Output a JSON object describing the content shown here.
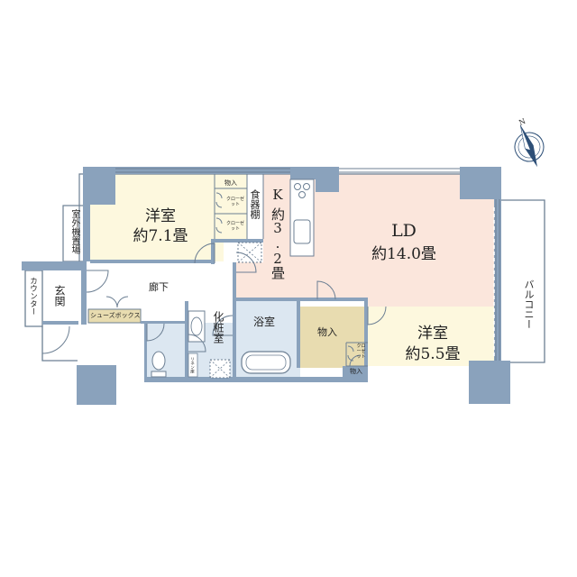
{
  "rooms": {
    "bedroom1": {
      "name": "洋室",
      "size": "約7.1畳"
    },
    "kitchen": {
      "letter": "K",
      "size": "約3.2畳"
    },
    "living": {
      "name": "LD",
      "size": "約14.0畳"
    },
    "bedroom2": {
      "name": "洋室",
      "size": "約5.5畳"
    },
    "corridor": "廊下",
    "entrance": "玄関",
    "bathroom": "浴室",
    "powder_room": "化粧室",
    "storage": "物入"
  },
  "labels": {
    "outdoor_unit": "室外機置場",
    "counter": "カウンター",
    "balcony": "バルコニー",
    "shoe_box": "シューズボックス",
    "pantry": "食器棚",
    "storage_small_1": "物入",
    "closet_1": "クローゼット",
    "closet_2": "クローゼット",
    "closet_3": "クローゼット",
    "storage_small_2": "物入",
    "linen": "リネン庫"
  },
  "colors": {
    "wall": "#8aa2bc",
    "bedroom_floor": "#fdf8de",
    "living_floor": "#fbe6dc",
    "storage_floor": "#e8dcb0",
    "wet_floor": "#dce7f1",
    "line": "#6c7f93",
    "compass": "#2d4f77"
  },
  "compass": {
    "north_label": "N"
  }
}
